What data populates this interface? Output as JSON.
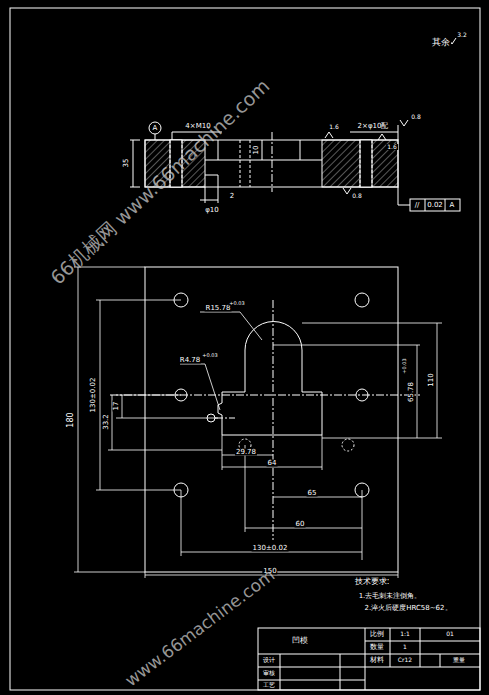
{
  "diagram": {
    "labels": [
      "其余",
      "3.2",
      "4×M10",
      "2×φ10配",
      "0.8",
      "1.6",
      "1.6",
      "0.8",
      "A",
      "35",
      "10",
      "φ10",
      "2",
      "//",
      "0.02",
      "A",
      "R15.78",
      "+0.03",
      "R4.78",
      "+0.03",
      "180",
      "130±0.02",
      "17",
      "33.2",
      "65.78",
      "+0.03",
      "110",
      "29.78",
      "64",
      "65",
      "60",
      "130±0.02",
      "150",
      "技术要求:",
      "1.去毛刺未注倒角。",
      "2.淬火后硬度HRC58~62。",
      "凹模",
      "比例",
      "1:1",
      "数量",
      "1",
      "材料",
      "Cr12",
      "01",
      "设计",
      "审核",
      "工艺",
      "重量",
      "66机械网 www.66machine.com",
      "www.66machine.com"
    ]
  }
}
